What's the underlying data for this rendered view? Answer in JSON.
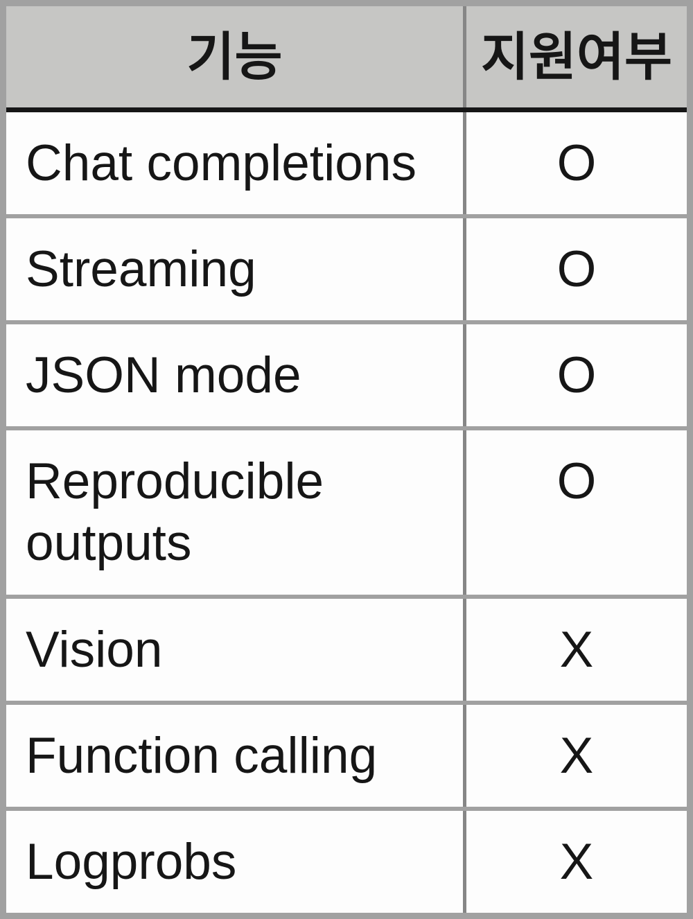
{
  "chart_data": {
    "type": "table",
    "columns": [
      "기능",
      "지원여부"
    ],
    "rows": [
      [
        "Chat completions",
        "O"
      ],
      [
        "Streaming",
        "O"
      ],
      [
        "JSON mode",
        "O"
      ],
      [
        "Reproducible outputs",
        "O"
      ],
      [
        "Vision",
        "X"
      ],
      [
        "Function calling",
        "X"
      ],
      [
        "Logprobs",
        "X"
      ]
    ]
  },
  "colors": {
    "header_bg": "#c6c6c4",
    "outer_border_gray": "#a1a1a1",
    "row_separator_gray": "#a1a1a1",
    "column_divider_gray": "#868686",
    "header_rule_black": "#161616",
    "text": "#161616",
    "row_bg": "#fdfdfd"
  }
}
